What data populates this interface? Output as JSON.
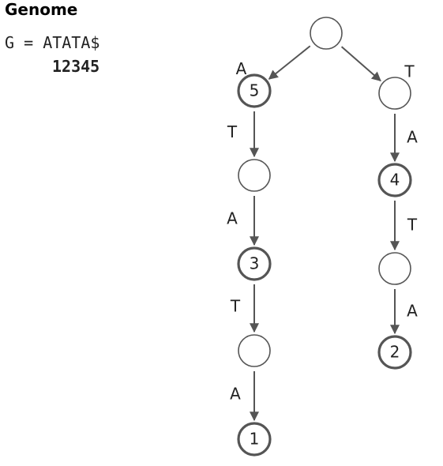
{
  "header": {
    "title": "Genome",
    "genome_label": "G",
    "genome_equals": "=",
    "genome_sequence": "ATATA$",
    "positions": "12345"
  },
  "trie": {
    "nodes": [
      {
        "id": "root",
        "label": "",
        "leaf": false
      },
      {
        "id": "n5",
        "label": "5",
        "leaf": true
      },
      {
        "id": "nT",
        "label": "",
        "leaf": false
      },
      {
        "id": "nTA",
        "label": "",
        "leaf": false
      },
      {
        "id": "n4",
        "label": "4",
        "leaf": true
      },
      {
        "id": "n3",
        "label": "3",
        "leaf": true
      },
      {
        "id": "nATAT",
        "label": "",
        "leaf": false
      },
      {
        "id": "nTATA",
        "label": "",
        "leaf": false
      },
      {
        "id": "n1",
        "label": "1",
        "leaf": true
      },
      {
        "id": "n2",
        "label": "2",
        "leaf": true
      }
    ],
    "edges": [
      {
        "from": "root",
        "to": "n5",
        "label": "A"
      },
      {
        "from": "root",
        "to": "nT",
        "label": "T"
      },
      {
        "from": "n5",
        "to": "nTA",
        "label": "T"
      },
      {
        "from": "nT",
        "to": "n4",
        "label": "A"
      },
      {
        "from": "nTA",
        "to": "n3",
        "label": "A"
      },
      {
        "from": "n4",
        "to": "nTATA",
        "label": "T"
      },
      {
        "from": "n3",
        "to": "nATAT",
        "label": "T"
      },
      {
        "from": "nTATA",
        "to": "n2",
        "label": "A"
      },
      {
        "from": "nATAT",
        "to": "n1",
        "label": "A"
      }
    ]
  }
}
